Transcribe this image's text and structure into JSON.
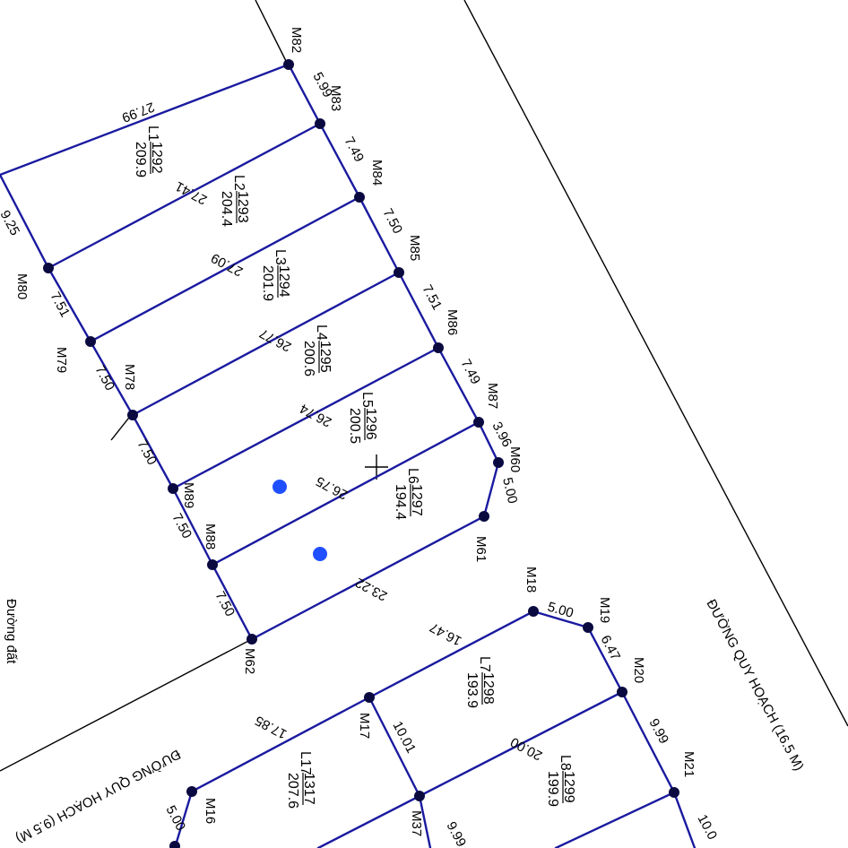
{
  "roads": {
    "main_road": "ĐƯỜNG QUY HOẠCH (16.5 M)",
    "side_road": "ĐƯỜNG QUY HOẠCH (9.5 M)",
    "left_fragment": "Đường đất"
  },
  "points": [
    "M82",
    "M83",
    "M84",
    "M85",
    "M86",
    "M87",
    "M60",
    "M61",
    "M62",
    "M88",
    "M89",
    "M78",
    "M79",
    "M80",
    "M18",
    "M19",
    "M20",
    "M21",
    "M17",
    "M37",
    "M16"
  ],
  "dimensions": [
    "27.99",
    "9.25",
    "5.99",
    "7.49",
    "7.50",
    "7.51",
    "7.49",
    "3.96",
    "5.00",
    "23.22",
    "7.51",
    "7.50",
    "7.50",
    "7.50",
    "7.50",
    "27.41",
    "27.09",
    "26.77",
    "26.74",
    "26.75",
    "5.00",
    "6.47",
    "9.99",
    "10.0",
    "16.47",
    "17.85",
    "10.01",
    "20.00",
    "9.99",
    "5.00"
  ],
  "lots": [
    {
      "name": "L1",
      "parcel": "1292",
      "area": "209.9"
    },
    {
      "name": "L2",
      "parcel": "1293",
      "area": "204.4"
    },
    {
      "name": "L3",
      "parcel": "1294",
      "area": "201.9"
    },
    {
      "name": "L4",
      "parcel": "1295",
      "area": "200.6"
    },
    {
      "name": "L5",
      "parcel": "1296",
      "area": "200.5"
    },
    {
      "name": "L6",
      "parcel": "1297",
      "area": "194.4"
    },
    {
      "name": "L7",
      "parcel": "1298",
      "area": "193.9"
    },
    {
      "name": "L8",
      "parcel": "1299",
      "area": "199.9"
    },
    {
      "name": "L17",
      "parcel": "1317",
      "area": "207.6"
    }
  ],
  "colors": {
    "lot_line": "#1a1aa0",
    "vertex": "#0a0a40",
    "marker": "#1f4fff",
    "road_line": "#000000"
  }
}
